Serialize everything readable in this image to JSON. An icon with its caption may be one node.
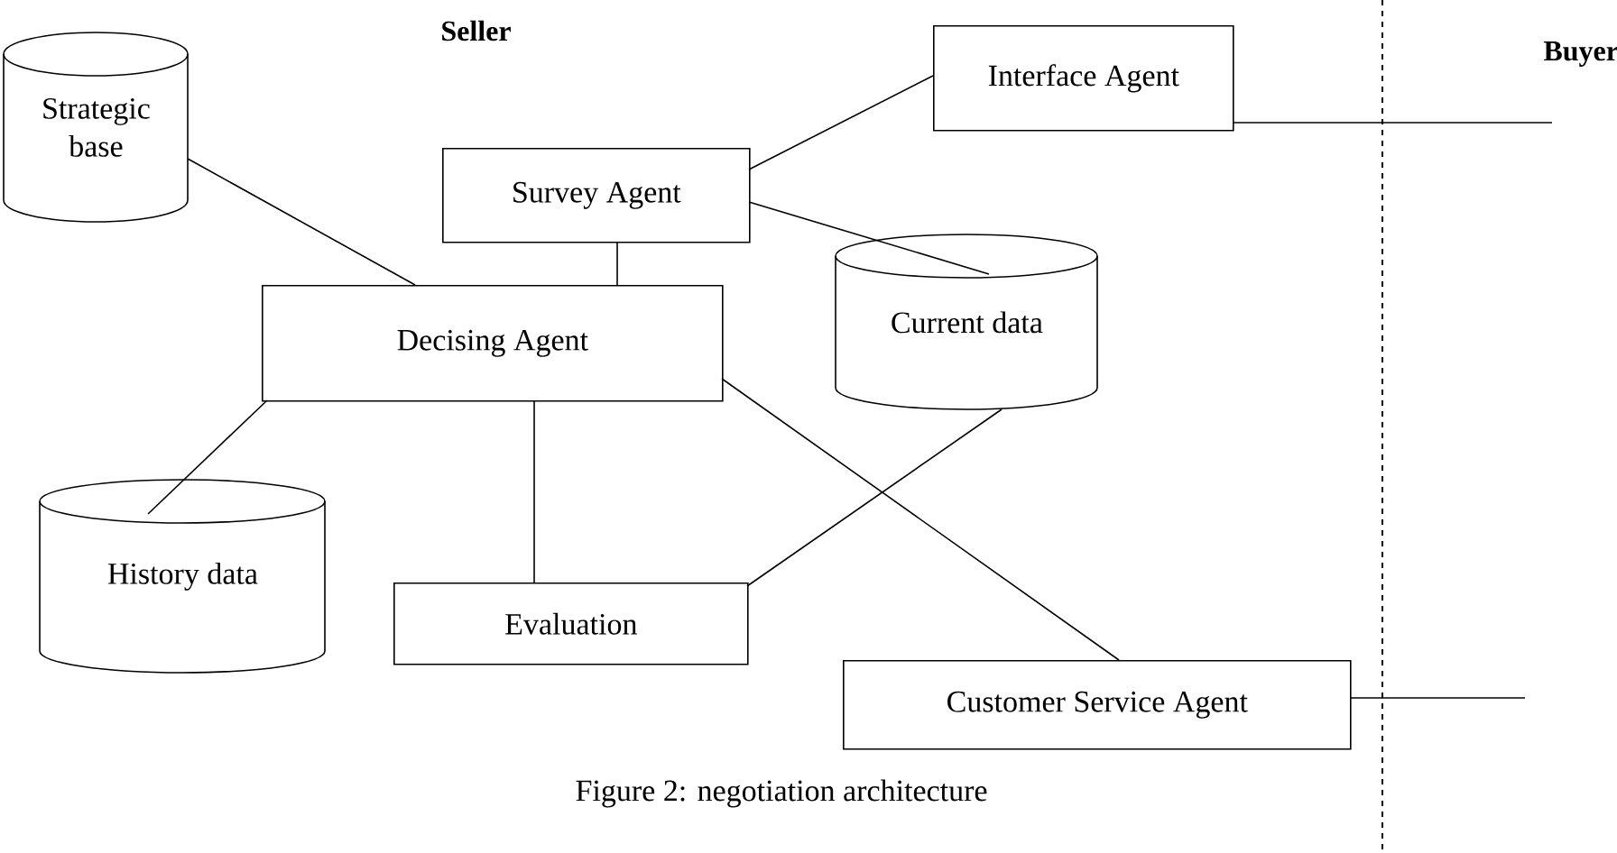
{
  "diagram": {
    "caption": "Figure 2: negotiation architecture",
    "nodes": [
      {
        "text": [
          "Strategic base"
        ]
      },
      {
        "text": [
          "Interface Agent"
        ]
      },
      {
        "text": [
          "Survey Agent"
        ]
      },
      {
        "text": [
          "Current data"
        ]
      },
      {
        "text": [
          "Decising Agent"
        ]
      },
      {
        "text": [
          "History data"
        ]
      },
      {
        "text": [
          "Evaluation"
        ]
      },
      {
        "text": [
          "Customer Service Agent"
        ]
      }
    ],
    "edges": [
      {
        "from": 0,
        "to": 4,
        "arrow": "none"
      },
      {
        "from": 2,
        "to": 1,
        "arrow": "none"
      },
      {
        "from": 2,
        "to": 3,
        "arrow": "none"
      },
      {
        "from": 2,
        "to": 4,
        "arrow": "none"
      },
      {
        "from": 1,
        "to": null,
        "arrow": "none"
      },
      {
        "from": 4,
        "to": 5,
        "arrow": "none"
      },
      {
        "from": 4,
        "to": 6,
        "arrow": "none"
      },
      {
        "from": 3,
        "to": 6,
        "arrow": "none"
      },
      {
        "from": 4,
        "to": 7,
        "arrow": "none"
      },
      {
        "from": 7,
        "to": null,
        "arrow": "none"
      }
    ],
    "labels": [
      "Seller",
      "Buyer"
    ]
  }
}
